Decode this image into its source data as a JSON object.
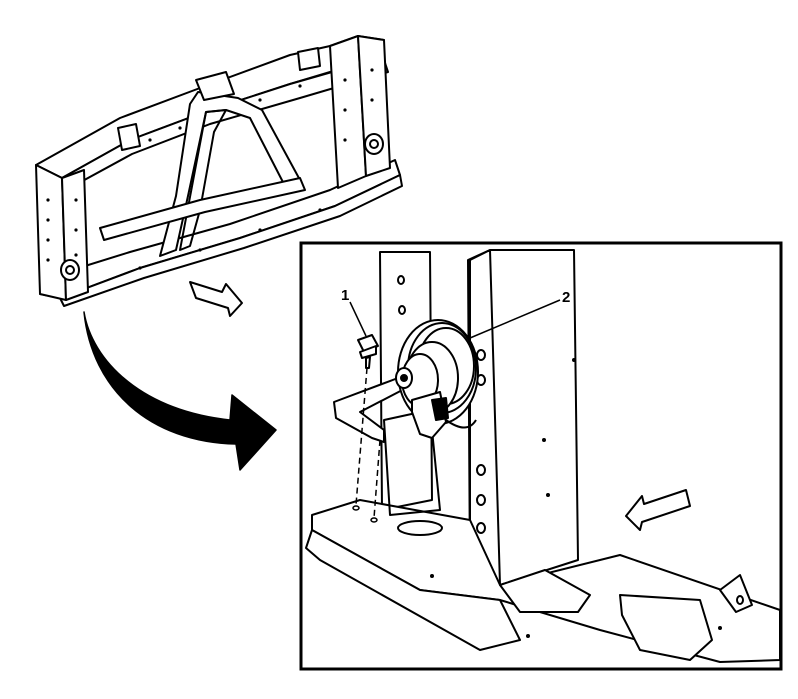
{
  "callouts": [
    {
      "id": "1",
      "label": "1",
      "part": "bolt"
    },
    {
      "id": "2",
      "label": "2",
      "part": "horn"
    }
  ],
  "colors": {
    "line": "#000000",
    "fill": "#ffffff",
    "arrow_fill": "#ffffff",
    "curved_arrow": "#000000"
  },
  "icons": [
    "radiator-support-frame",
    "horn-icon",
    "bolt-icon",
    "direction-arrow",
    "curved-view-arrow"
  ]
}
